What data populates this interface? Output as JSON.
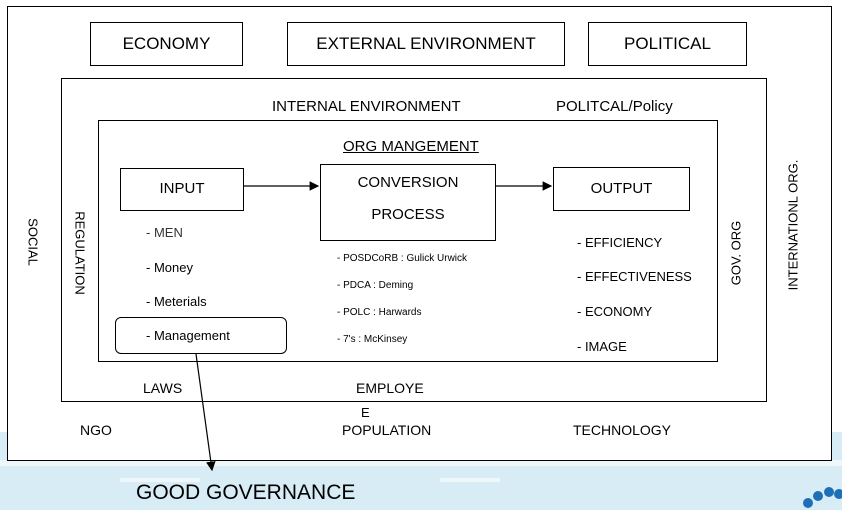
{
  "outer_labels": {
    "economy": "ECONOMY",
    "external_environment": "EXTERNAL ENVIRONMENT",
    "political": "POLITICAL",
    "social": "SOCIAL",
    "internationl_org": "INTERNATIONL  ORG.",
    "ngo": "NGO",
    "population": "POPULATION",
    "technology": "TECHNOLOGY"
  },
  "internal": {
    "title": "INTERNAL  ENVIRONMENT",
    "policy": "POLITCAL/Policy",
    "regulation": "REGULATION",
    "gov_org": "GOV. ORG",
    "laws": "LAWS",
    "employee": "EMPLOYE",
    "employee_wrap": "E"
  },
  "org": {
    "title": "ORG MANGEMENT",
    "input": "INPUT",
    "conversion_line1": "CONVERSION",
    "conversion_line2": "PROCESS",
    "output": "OUTPUT",
    "inputs": [
      "- MEN",
      "- Money",
      "- Meterials",
      "- Management"
    ],
    "methods": [
      "- POSDCoRB : Gulick Urwick",
      "- PDCA : Deming",
      "- POLC : Harwards",
      "- 7's : McKinsey"
    ],
    "outputs": [
      "- EFFICIENCY",
      "- EFFECTIVENESS",
      "- ECONOMY",
      "- IMAGE"
    ]
  },
  "bottom": {
    "good_governance": "GOOD  GOVERNANCE"
  },
  "colors": {
    "background_skyline": "#d7ecf5",
    "logo_blue": "#1d6fb8"
  }
}
